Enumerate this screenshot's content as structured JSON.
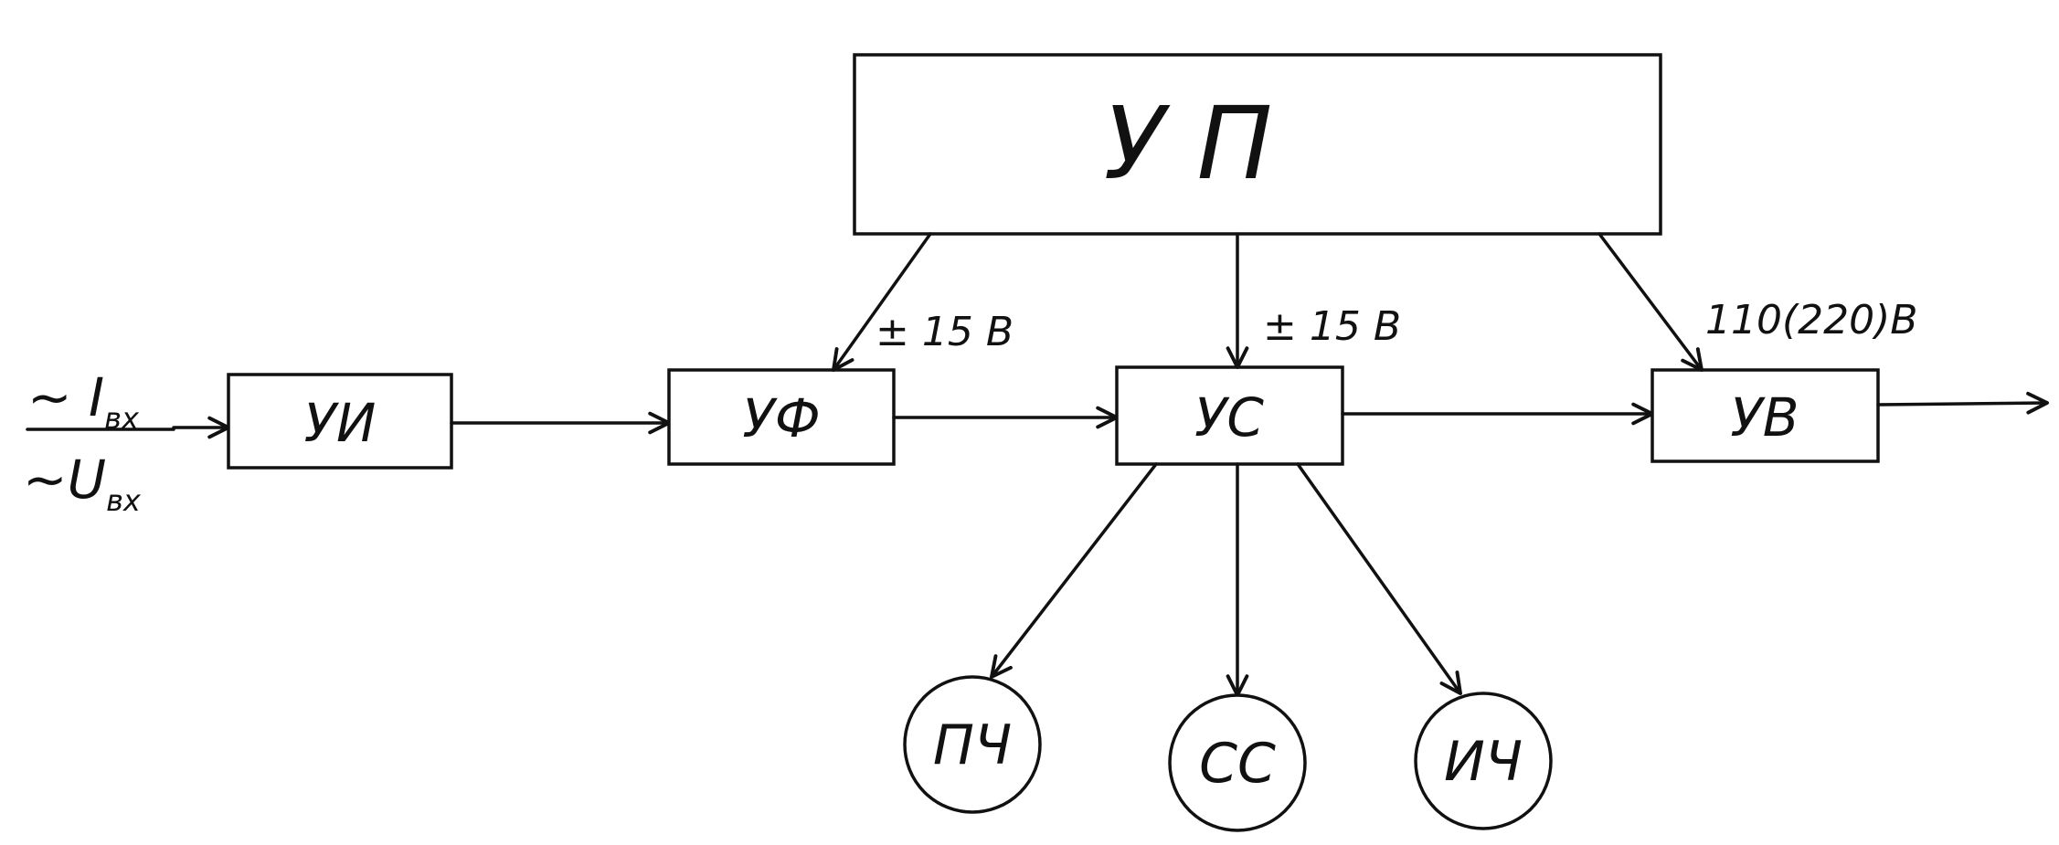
{
  "blocks": {
    "up": "У П",
    "ui": "УИ",
    "uf": "УФ",
    "us": "УС",
    "uv": "УВ"
  },
  "outputs": {
    "pch": "ПЧ",
    "ss": "СС",
    "ich": "ИЧ"
  },
  "inputs": {
    "current_main": "~ I",
    "current_sub": "вх",
    "voltage_main": "~U",
    "voltage_sub": "вх"
  },
  "supply": {
    "uf_voltage": "± 15 В",
    "us_voltage": "± 15 В",
    "uv_voltage": "110(220)В"
  }
}
